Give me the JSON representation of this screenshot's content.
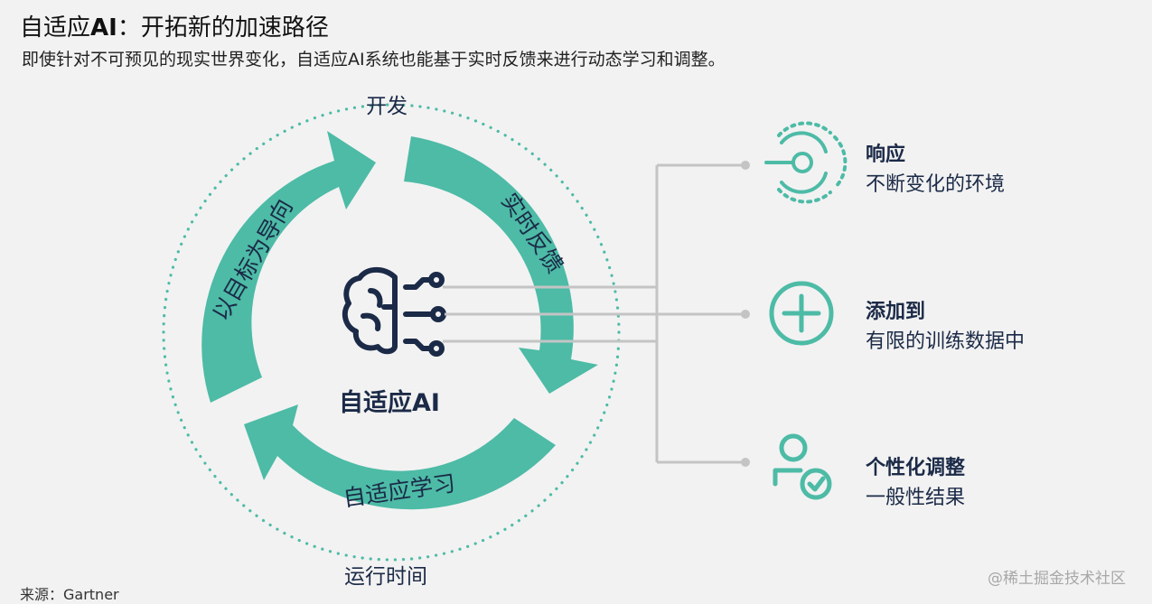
{
  "header": {
    "title_prefix": "自适应",
    "title_bold": "AI",
    "title_suffix": "：开拓新的加速路径",
    "subtitle": "即使针对不可预见的现实世界变化，自适应AI系统也能基于实时反馈来进行动态学习和调整。"
  },
  "cycle": {
    "top_label": "开发",
    "bottom_label": "运行时间",
    "arrow_left": "以目标为导向",
    "arrow_right": "实时反馈",
    "arrow_bottom": "自适应学习",
    "center": "自适应AI",
    "accent_color": "#4dbba6",
    "text_color": "#1b2a47"
  },
  "items": [
    {
      "title": "响应",
      "desc": "不断变化的环境",
      "icon": "target-radar-icon"
    },
    {
      "title": "添加到",
      "desc": "有限的训练数据中",
      "icon": "plus-circle-icon"
    },
    {
      "title": "个性化调整",
      "desc": "一般性结果",
      "icon": "user-check-icon"
    }
  ],
  "footer": {
    "source": "来源：Gartner",
    "watermark": "@稀土掘金技术社区"
  }
}
